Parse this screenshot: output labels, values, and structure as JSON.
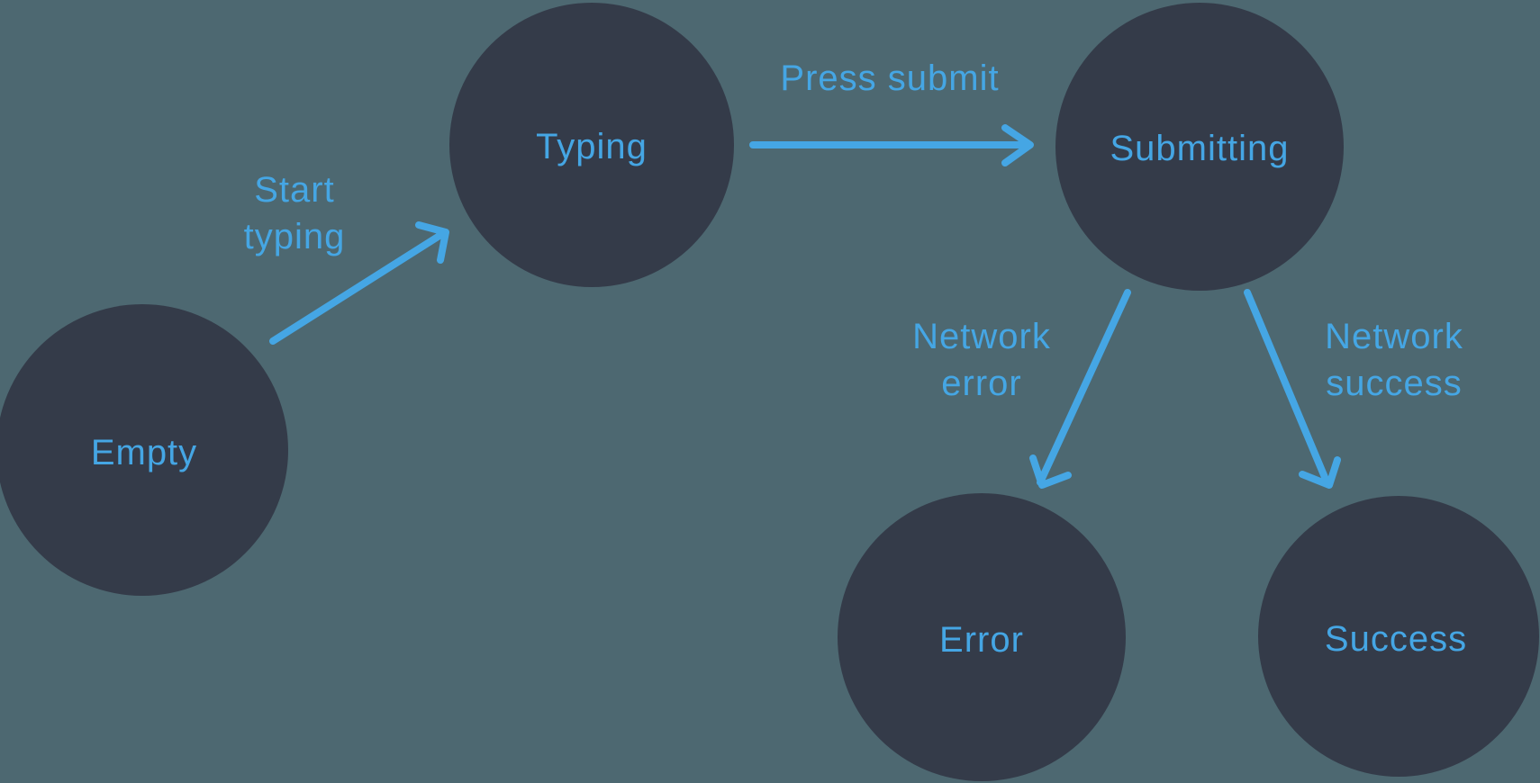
{
  "diagram": {
    "kind": "state-machine",
    "colors": {
      "background": "#4D6871",
      "node_fill": "#343B49",
      "accent": "#45A6E4"
    },
    "nodes": [
      {
        "id": "empty",
        "label": "Empty"
      },
      {
        "id": "typing",
        "label": "Typing"
      },
      {
        "id": "submitting",
        "label": "Submitting"
      },
      {
        "id": "error",
        "label": "Error"
      },
      {
        "id": "success",
        "label": "Success"
      }
    ],
    "edges": [
      {
        "from": "empty",
        "to": "typing",
        "label": "Start typing",
        "lines": [
          "Start",
          "typing"
        ]
      },
      {
        "from": "typing",
        "to": "submitting",
        "label": "Press submit",
        "lines": [
          "Press submit"
        ]
      },
      {
        "from": "submitting",
        "to": "error",
        "label": "Network error",
        "lines": [
          "Network",
          "error"
        ]
      },
      {
        "from": "submitting",
        "to": "success",
        "label": "Network success",
        "lines": [
          "Network",
          "success"
        ]
      }
    ]
  }
}
